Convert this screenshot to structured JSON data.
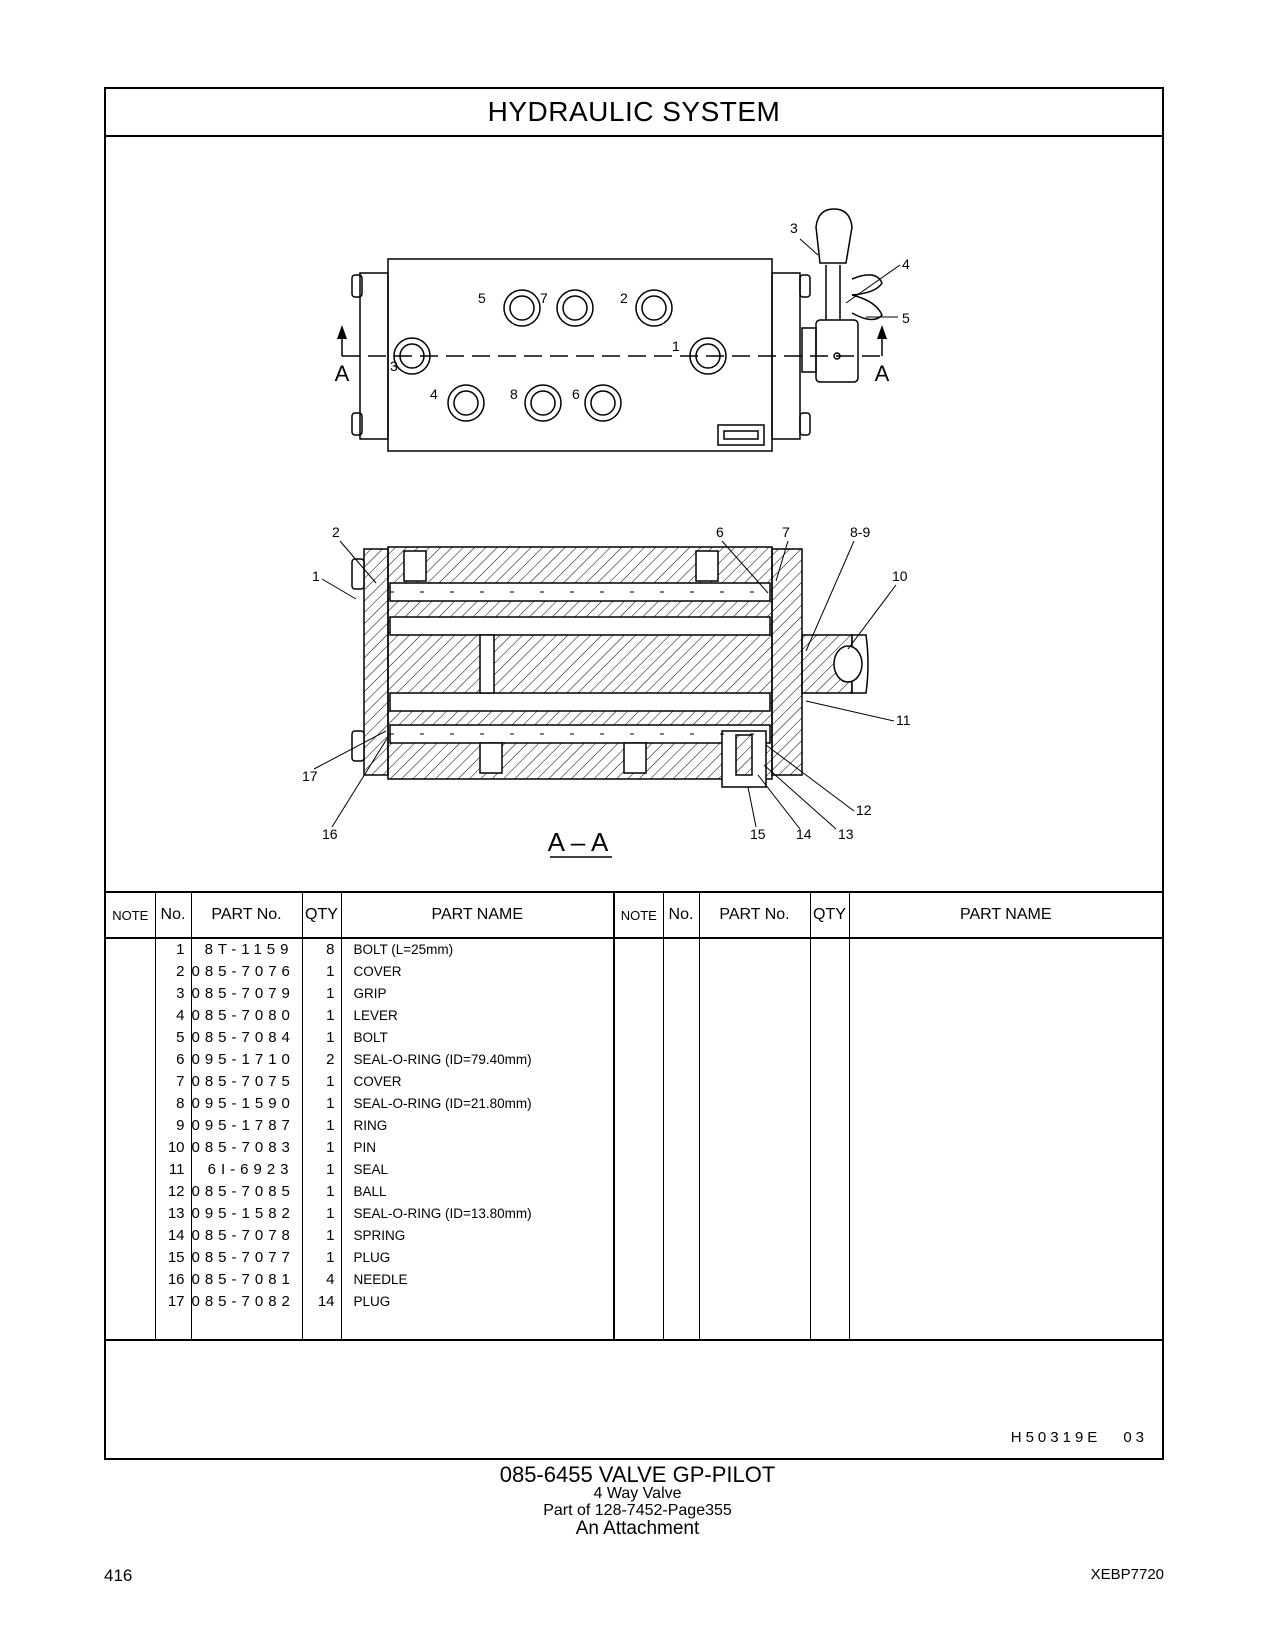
{
  "header": {
    "title": "HYDRAULIC   SYSTEM"
  },
  "diagram": {
    "section_arrow_label": "A",
    "section_title": "A – A",
    "top_callouts": [
      "3",
      "4",
      "5",
      "5",
      "7",
      "2",
      "3",
      "1",
      "4",
      "8",
      "6"
    ],
    "section_callouts": [
      "2",
      "1",
      "6",
      "7",
      "8-9",
      "10",
      "11",
      "12",
      "13",
      "14",
      "15",
      "16",
      "17"
    ]
  },
  "table": {
    "headers": {
      "note": "NOTE",
      "no": "No.",
      "part_no": "PART No.",
      "qty": "QTY",
      "part_name": "PART NAME"
    },
    "rows": [
      {
        "no": "1",
        "part_no": "8T-1159",
        "qty": "8",
        "name": "BOLT (L=25mm)"
      },
      {
        "no": "2",
        "part_no": "085-7076",
        "qty": "1",
        "name": "COVER"
      },
      {
        "no": "3",
        "part_no": "085-7079",
        "qty": "1",
        "name": "GRIP"
      },
      {
        "no": "4",
        "part_no": "085-7080",
        "qty": "1",
        "name": "LEVER"
      },
      {
        "no": "5",
        "part_no": "085-7084",
        "qty": "1",
        "name": "BOLT"
      },
      {
        "no": "6",
        "part_no": "095-1710",
        "qty": "2",
        "name": "SEAL-O-RING (ID=79.40mm)"
      },
      {
        "no": "7",
        "part_no": "085-7075",
        "qty": "1",
        "name": "COVER"
      },
      {
        "no": "8",
        "part_no": "095-1590",
        "qty": "1",
        "name": "SEAL-O-RING (ID=21.80mm)"
      },
      {
        "no": "9",
        "part_no": "095-1787",
        "qty": "1",
        "name": "RING"
      },
      {
        "no": "10",
        "part_no": "085-7083",
        "qty": "1",
        "name": "PIN"
      },
      {
        "no": "11",
        "part_no": "6I-6923",
        "qty": "1",
        "name": "SEAL"
      },
      {
        "no": "12",
        "part_no": "085-7085",
        "qty": "1",
        "name": "BALL"
      },
      {
        "no": "13",
        "part_no": "095-1582",
        "qty": "1",
        "name": "SEAL-O-RING (ID=13.80mm)"
      },
      {
        "no": "14",
        "part_no": "085-7078",
        "qty": "1",
        "name": "SPRING"
      },
      {
        "no": "15",
        "part_no": "085-7077",
        "qty": "1",
        "name": "PLUG"
      },
      {
        "no": "16",
        "part_no": "085-7081",
        "qty": "4",
        "name": "NEEDLE"
      },
      {
        "no": "17",
        "part_no": "085-7082",
        "qty": "14",
        "name": "PLUG"
      }
    ]
  },
  "footer": {
    "ref_code": "H50319E",
    "ref_rev": "03"
  },
  "caption": {
    "line1": "085-6455  VALVE  GP-PILOT",
    "line2": "4  Way  Valve",
    "line3": "Part of 128-7452-Page355",
    "line4": "An Attachment"
  },
  "page": {
    "number": "416",
    "doc_id": "XEBP7720"
  }
}
